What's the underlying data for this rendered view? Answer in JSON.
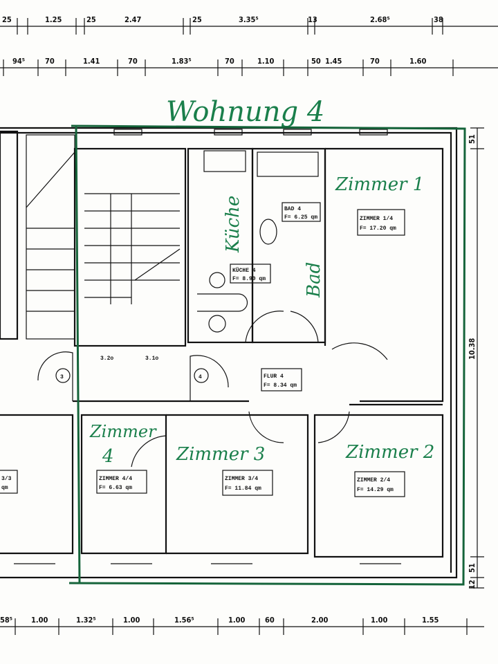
{
  "title": "Wohnung 4",
  "colors": {
    "ink": "#111111",
    "marker": "#1a7f4b",
    "paper": "#fdfdfb"
  },
  "dimensions": {
    "top_row_1": [
      "25",
      "1.25",
      "25",
      "2.47",
      "25",
      "3.35⁵",
      "13",
      "2.68⁵",
      "38"
    ],
    "top_row_2": [
      "94⁵",
      "70",
      "1.41",
      "70",
      "1.83⁵",
      "70",
      "1.10",
      "50",
      "1.45",
      "70",
      "1.60"
    ],
    "bottom_row": [
      "58⁵",
      "1.00",
      "1.32⁵",
      "1.00",
      "1.56⁵",
      "1.00",
      "60",
      "2.00",
      "1.00",
      "1.55"
    ],
    "right_side": [
      "51",
      "10.38",
      "51",
      "12"
    ]
  },
  "handwritten_labels": {
    "kitchen": "Küche",
    "bath": "Bad",
    "room1": "Zimmer 1",
    "room4_line1": "Zimmer",
    "room4_line2": "4",
    "room3": "Zimmer 3",
    "room2": "Zimmer 2"
  },
  "room_tags": [
    {
      "name": "KÜCHE 4",
      "area": "F= 8.90 qm"
    },
    {
      "name": "BAD 4",
      "area": "F= 6.25 qm"
    },
    {
      "name": "ZIMMER 1/4",
      "area": "F= 17.20 qm"
    },
    {
      "name": "FLUR 4",
      "area": "F= 8.34 qm"
    },
    {
      "name": "ZIMMER 4/4",
      "area": "F= 6.63 qm"
    },
    {
      "name": "ZIMMER 3/4",
      "area": "F= 11.84 qm"
    },
    {
      "name": "ZIMMER 2/4",
      "area": "F= 14.29 qm"
    },
    {
      "name": "3/3",
      "area": "qm"
    }
  ],
  "stair": {
    "level_a": "3.2o",
    "level_b": "3.1o",
    "door_left": "3",
    "door_right": "4"
  }
}
